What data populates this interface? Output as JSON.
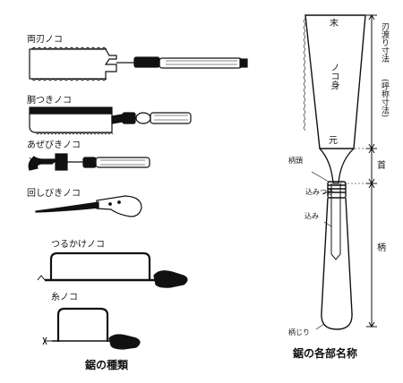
{
  "left_panel": {
    "caption": "鋸の種類",
    "saws": [
      {
        "label": "両刃ノコ"
      },
      {
        "label": "胴つきノコ"
      },
      {
        "label": "あぜびきノコ"
      },
      {
        "label": "回しびきノコ"
      },
      {
        "label": "つるかけノコ"
      },
      {
        "label": "糸ノコ"
      }
    ]
  },
  "right_panel": {
    "caption": "鋸の各部名称",
    "blade_labels": {
      "tip": "末",
      "body": "ノコ身",
      "base": "元"
    },
    "part_labels": {
      "neck_head": "柄頭",
      "collar": "込みつぎ",
      "tang": "込み",
      "handle_end": "柄じり"
    },
    "dimension_labels": {
      "blade_length": "刃渡り寸法",
      "nominal_size": "(呼称寸法)",
      "neck": "首",
      "handle": "柄"
    }
  }
}
